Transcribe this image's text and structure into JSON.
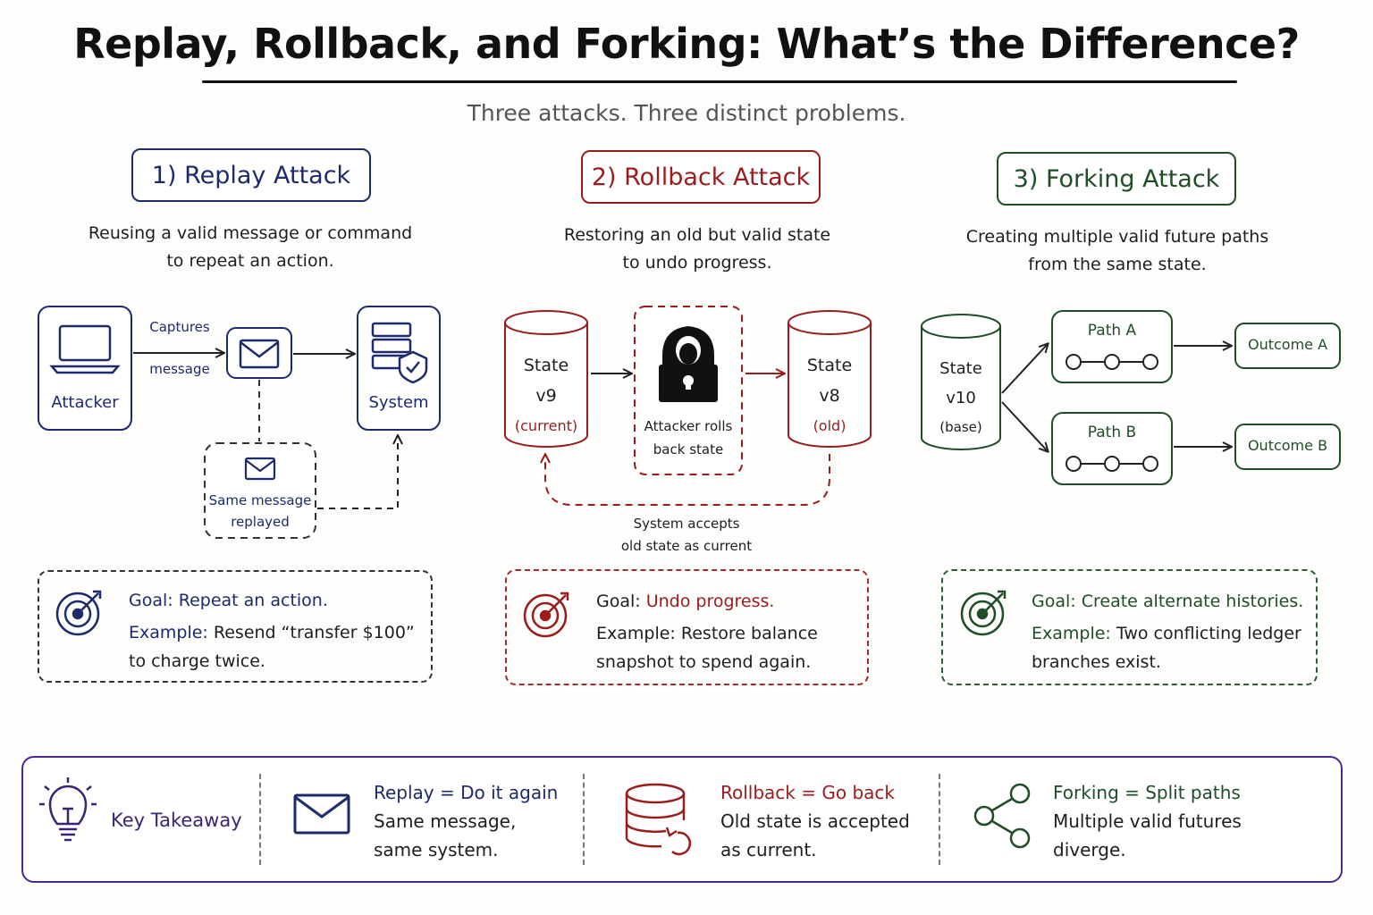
{
  "title": "Replay, Rollback, and Forking: What’s the Difference?",
  "subtitle": "Three attacks. Three distinct problems.",
  "colors": {
    "replay": "#1d2a6b",
    "rollback": "#9b1c1c",
    "forking": "#1f4d26",
    "takeaway_border": "#4b2a8c"
  },
  "replay": {
    "header": "1) Replay Attack",
    "desc_line1": "Reusing a valid message or command",
    "desc_line2": "to repeat an action.",
    "attacker_label": "Attacker",
    "captures_label": "Captures",
    "message_label": "message",
    "system_label": "System",
    "replayed_line1": "Same message",
    "replayed_line2": "replayed",
    "goal_label": "Goal:",
    "goal_value": "Repeat an action.",
    "example_label": "Example:",
    "example_line1": "Resend “transfer $100”",
    "example_line2": "to charge twice."
  },
  "rollback": {
    "header": "2) Rollback Attack",
    "desc_line1": "Restoring an old but valid state",
    "desc_line2": "to undo progress.",
    "state_current_line1": "State",
    "state_current_line2": "v9",
    "state_current_line3": "(current)",
    "attacker_line1": "Attacker rolls",
    "attacker_line2": "back state",
    "state_old_line1": "State",
    "state_old_line2": "v8",
    "state_old_line3": "(old)",
    "accept_line1": "System accepts",
    "accept_line2": "old state as current",
    "goal_label": "Goal:",
    "goal_value": "Undo progress.",
    "example_label": "Example:",
    "example_line1": "Restore balance",
    "example_line2": "snapshot to spend again."
  },
  "forking": {
    "header": "3) Forking Attack",
    "desc_line1": "Creating multiple valid future paths",
    "desc_line2": "from the same state.",
    "state_line1": "State",
    "state_line2": "v10",
    "state_line3": "(base)",
    "path_a": "Path A",
    "path_b": "Path B",
    "outcome_a": "Outcome A",
    "outcome_b": "Outcome B",
    "goal_label": "Goal:",
    "goal_value": "Create alternate histories.",
    "example_label": "Example:",
    "example_line1": "Two conflicting ledger",
    "example_line2": "branches exist."
  },
  "takeaway": {
    "label": "Key Takeaway",
    "replay_title": "Replay = Do it again",
    "replay_line1": "Same message,",
    "replay_line2": "same system.",
    "rollback_title": "Rollback = Go back",
    "rollback_line1": "Old state is accepted",
    "rollback_line2": "as current.",
    "forking_title": "Forking = Split paths",
    "forking_line1": "Multiple valid futures",
    "forking_line2": "diverge."
  }
}
